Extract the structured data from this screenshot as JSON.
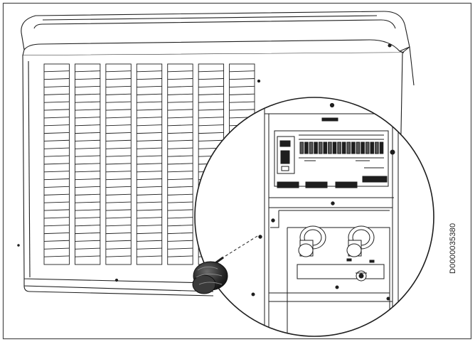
{
  "figure": {
    "document_id": "D0000035380",
    "frame_color": "#4a4a4a",
    "line_color": "#1e1e1e",
    "screw_color": "#2b2b2b",
    "grille_slats_per_column": 26,
    "grille_columns": 7
  }
}
